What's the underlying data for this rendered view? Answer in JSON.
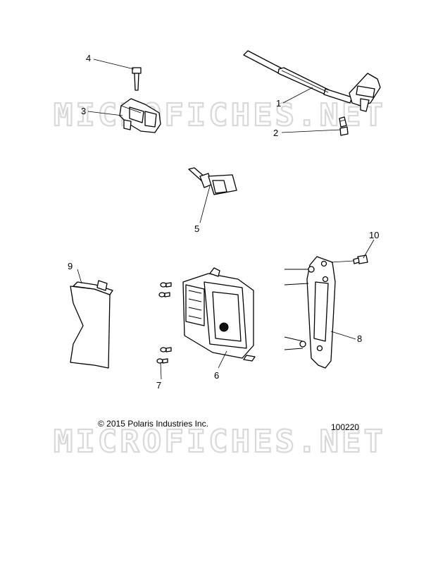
{
  "watermark": "MICROFICHES.NET",
  "copyright": "© 2015 Polaris Industries Inc.",
  "diagram_number": "100220",
  "callouts": [
    "1",
    "2",
    "3",
    "4",
    "5",
    "6",
    "7",
    "8",
    "9",
    "10"
  ]
}
